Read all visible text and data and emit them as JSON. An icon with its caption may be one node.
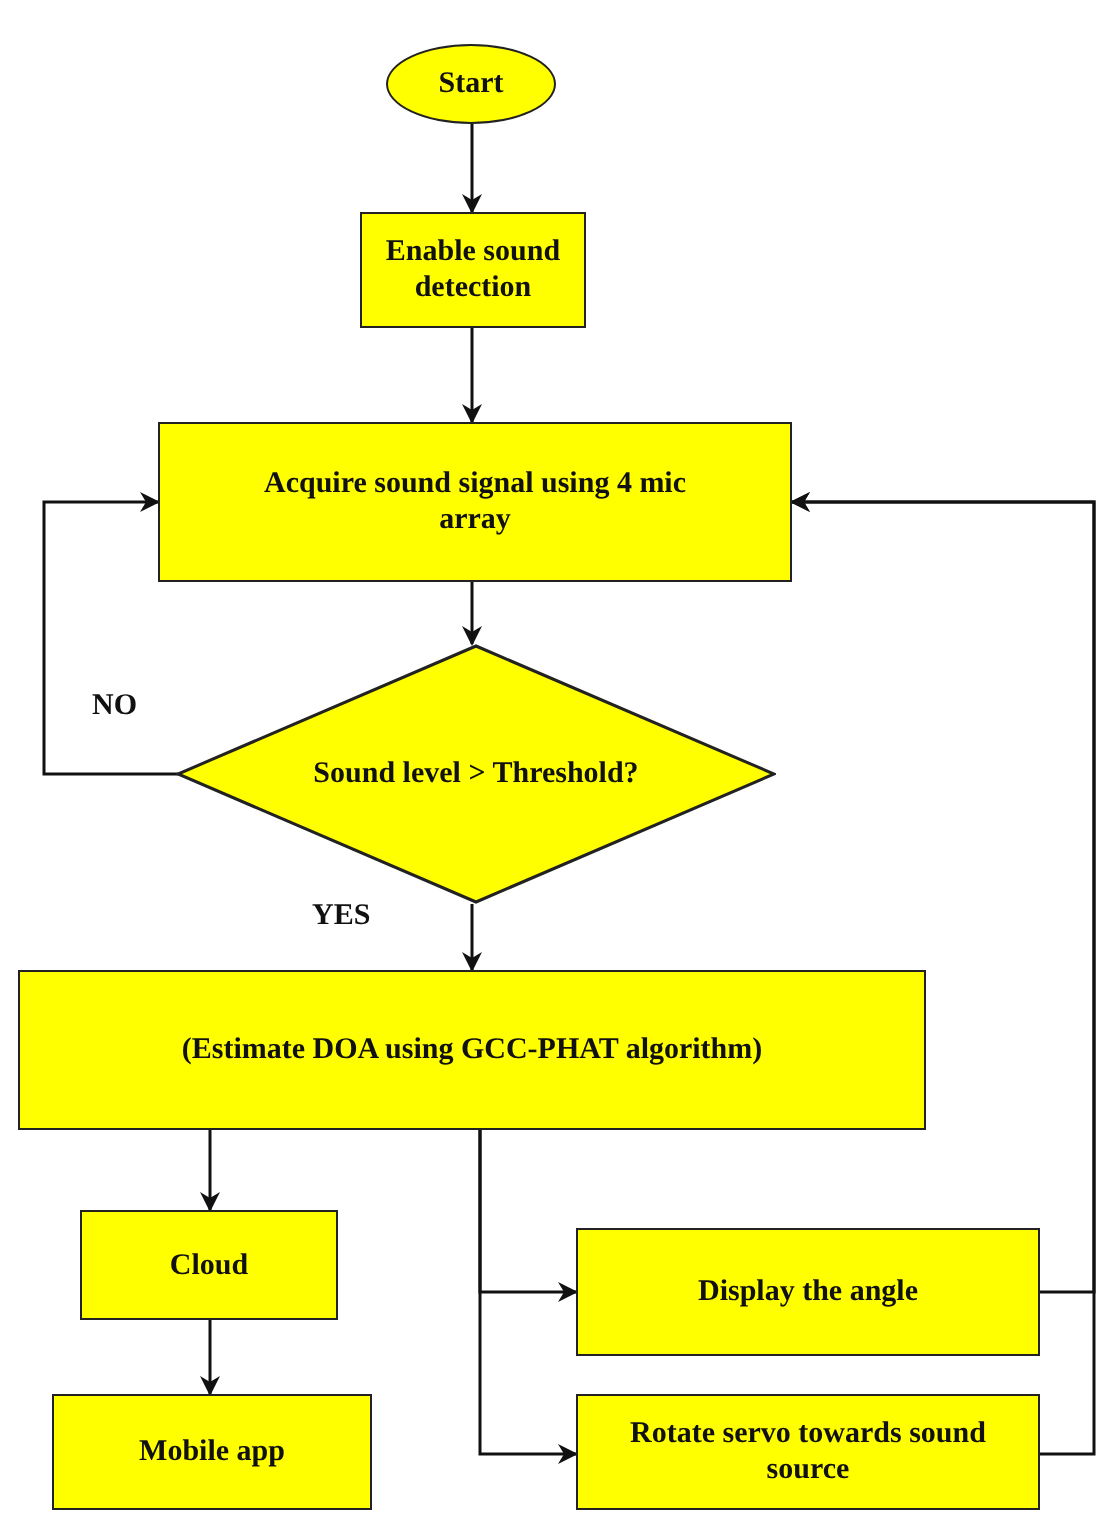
{
  "diagram": {
    "nodes": [
      {
        "text": [
          "Start"
        ]
      },
      {
        "text": [
          "Enable sound detection"
        ]
      },
      {
        "text": [
          "Acquire sound signal using 4 mic array"
        ]
      },
      {
        "text": [
          "Sound level > Threshold?"
        ]
      },
      {
        "text": [
          "(Estimate DOA using GCC-PHAT algorithm)"
        ]
      },
      {
        "text": [
          "Cloud"
        ]
      },
      {
        "text": [
          "Mobile app"
        ]
      },
      {
        "text": [
          "Display the angle"
        ]
      },
      {
        "text": [
          "Rotate servo towards sound source"
        ]
      }
    ],
    "edges": [
      {
        "from": 0,
        "to": 1,
        "arrow": "to"
      },
      {
        "from": 1,
        "to": 2,
        "arrow": "to"
      },
      {
        "from": 2,
        "to": 3,
        "arrow": "to"
      },
      {
        "from": 3,
        "to": 2,
        "arrow": "to",
        "label": "NO"
      },
      {
        "from": 3,
        "to": 4,
        "arrow": "to",
        "label": "YES"
      },
      {
        "from": 4,
        "to": 5,
        "arrow": "to"
      },
      {
        "from": 5,
        "to": 6,
        "arrow": "to"
      },
      {
        "from": 4,
        "to": 7,
        "arrow": "to"
      },
      {
        "from": 4,
        "to": 8,
        "arrow": "to"
      },
      {
        "from": 7,
        "to": 2,
        "arrow": "to"
      },
      {
        "from": 8,
        "to": 2,
        "arrow": "to"
      }
    ]
  }
}
